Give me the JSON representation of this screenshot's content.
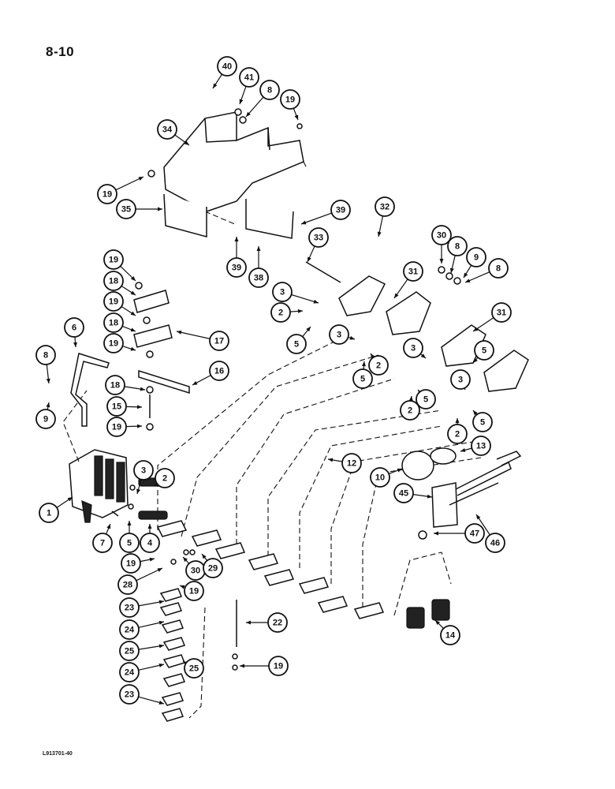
{
  "page_number": "8-10",
  "figure_code": "L913701-40",
  "callouts": [
    {
      "label": "40"
    },
    {
      "label": "41"
    },
    {
      "label": "8"
    },
    {
      "label": "19"
    },
    {
      "label": "34"
    },
    {
      "label": "19"
    },
    {
      "label": "35"
    },
    {
      "label": "39"
    },
    {
      "label": "39"
    },
    {
      "label": "38"
    },
    {
      "label": "32"
    },
    {
      "label": "33"
    },
    {
      "label": "30"
    },
    {
      "label": "8"
    },
    {
      "label": "9"
    },
    {
      "label": "8"
    },
    {
      "label": "31"
    },
    {
      "label": "31"
    },
    {
      "label": "19"
    },
    {
      "label": "18"
    },
    {
      "label": "19"
    },
    {
      "label": "18"
    },
    {
      "label": "19"
    },
    {
      "label": "17"
    },
    {
      "label": "3"
    },
    {
      "label": "2"
    },
    {
      "label": "3"
    },
    {
      "label": "5"
    },
    {
      "label": "6"
    },
    {
      "label": "8"
    },
    {
      "label": "9"
    },
    {
      "label": "16"
    },
    {
      "label": "18"
    },
    {
      "label": "15"
    },
    {
      "label": "19"
    },
    {
      "label": "3"
    },
    {
      "label": "5"
    },
    {
      "label": "2"
    },
    {
      "label": "5"
    },
    {
      "label": "3"
    },
    {
      "label": "2"
    },
    {
      "label": "5"
    },
    {
      "label": "5"
    },
    {
      "label": "2"
    },
    {
      "label": "12"
    },
    {
      "label": "13"
    },
    {
      "label": "10"
    },
    {
      "label": "45"
    },
    {
      "label": "47"
    },
    {
      "label": "46"
    },
    {
      "label": "3"
    },
    {
      "label": "2"
    },
    {
      "label": "1"
    },
    {
      "label": "7"
    },
    {
      "label": "5"
    },
    {
      "label": "4"
    },
    {
      "label": "19"
    },
    {
      "label": "30"
    },
    {
      "label": "29"
    },
    {
      "label": "28"
    },
    {
      "label": "19"
    },
    {
      "label": "23"
    },
    {
      "label": "24"
    },
    {
      "label": "25"
    },
    {
      "label": "22"
    },
    {
      "label": "24"
    },
    {
      "label": "25"
    },
    {
      "label": "19"
    },
    {
      "label": "23"
    },
    {
      "label": "14"
    }
  ]
}
